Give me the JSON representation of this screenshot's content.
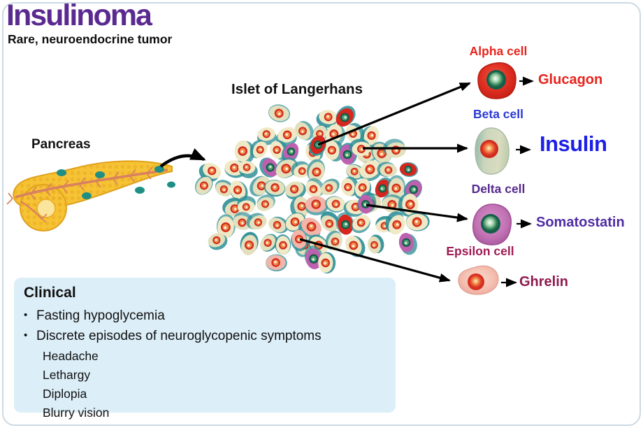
{
  "page": {
    "title": "Insulinoma",
    "subtitle": "Rare, neuroendocrine tumor"
  },
  "diagram": {
    "pancreas_label": "Pancreas",
    "islet_label": "Islet of Langerhans",
    "cells": [
      {
        "name": "Alpha cell",
        "hormone": "Glucagon",
        "label_color": "#e8231c",
        "hormone_color": "#e8231c"
      },
      {
        "name": "Beta cell",
        "hormone": "Insulin",
        "label_color": "#2b3ad6",
        "hormone_color": "#1b1fe8"
      },
      {
        "name": "Delta cell",
        "hormone": "Somatostatin",
        "label_color": "#56298e",
        "hormone_color": "#4f2da5"
      },
      {
        "name": "Epsilon cell",
        "hormone": "Ghrelin",
        "label_color": "#a01b54",
        "hormone_color": "#8e1a4f"
      }
    ]
  },
  "clinical": {
    "heading": "Clinical",
    "bullets": [
      "Fasting hypoglycemia",
      "Discrete episodes of neuroglycopenic symptoms"
    ],
    "sub_symptoms": [
      "Headache",
      "Lethargy",
      "Diplopia",
      "Blurry vision"
    ]
  },
  "colors": {
    "title_purple": "#5b2a91",
    "clinical_bg": "#dceef8",
    "frame_border": "#ccd9e3",
    "pancreas_gold": "#f6c335",
    "pancreas_dot": "#e8a51e",
    "pancreas_edge": "#dfa01a",
    "duct_salmon": "#d9815f",
    "islet_teal_dot": "#1f8f85",
    "islet": {
      "beta_body": "#f0e9c6",
      "beta_body2": "#e3e0bd",
      "teal_shadow": "#2d8e96",
      "nuc_red_ring": "#d12b1e",
      "nuc_red_mid": "#ef8a4a",
      "nuc_light": "#fdf4df",
      "alpha_body": "#d6261d",
      "nuc_green_ring": "#0f5c44",
      "nuc_green_mid": "#4e9e76",
      "nuc_green_light": "#d8f0dc",
      "delta_body": "#bd60af",
      "epsilon_body": "#f2b5a9"
    }
  }
}
